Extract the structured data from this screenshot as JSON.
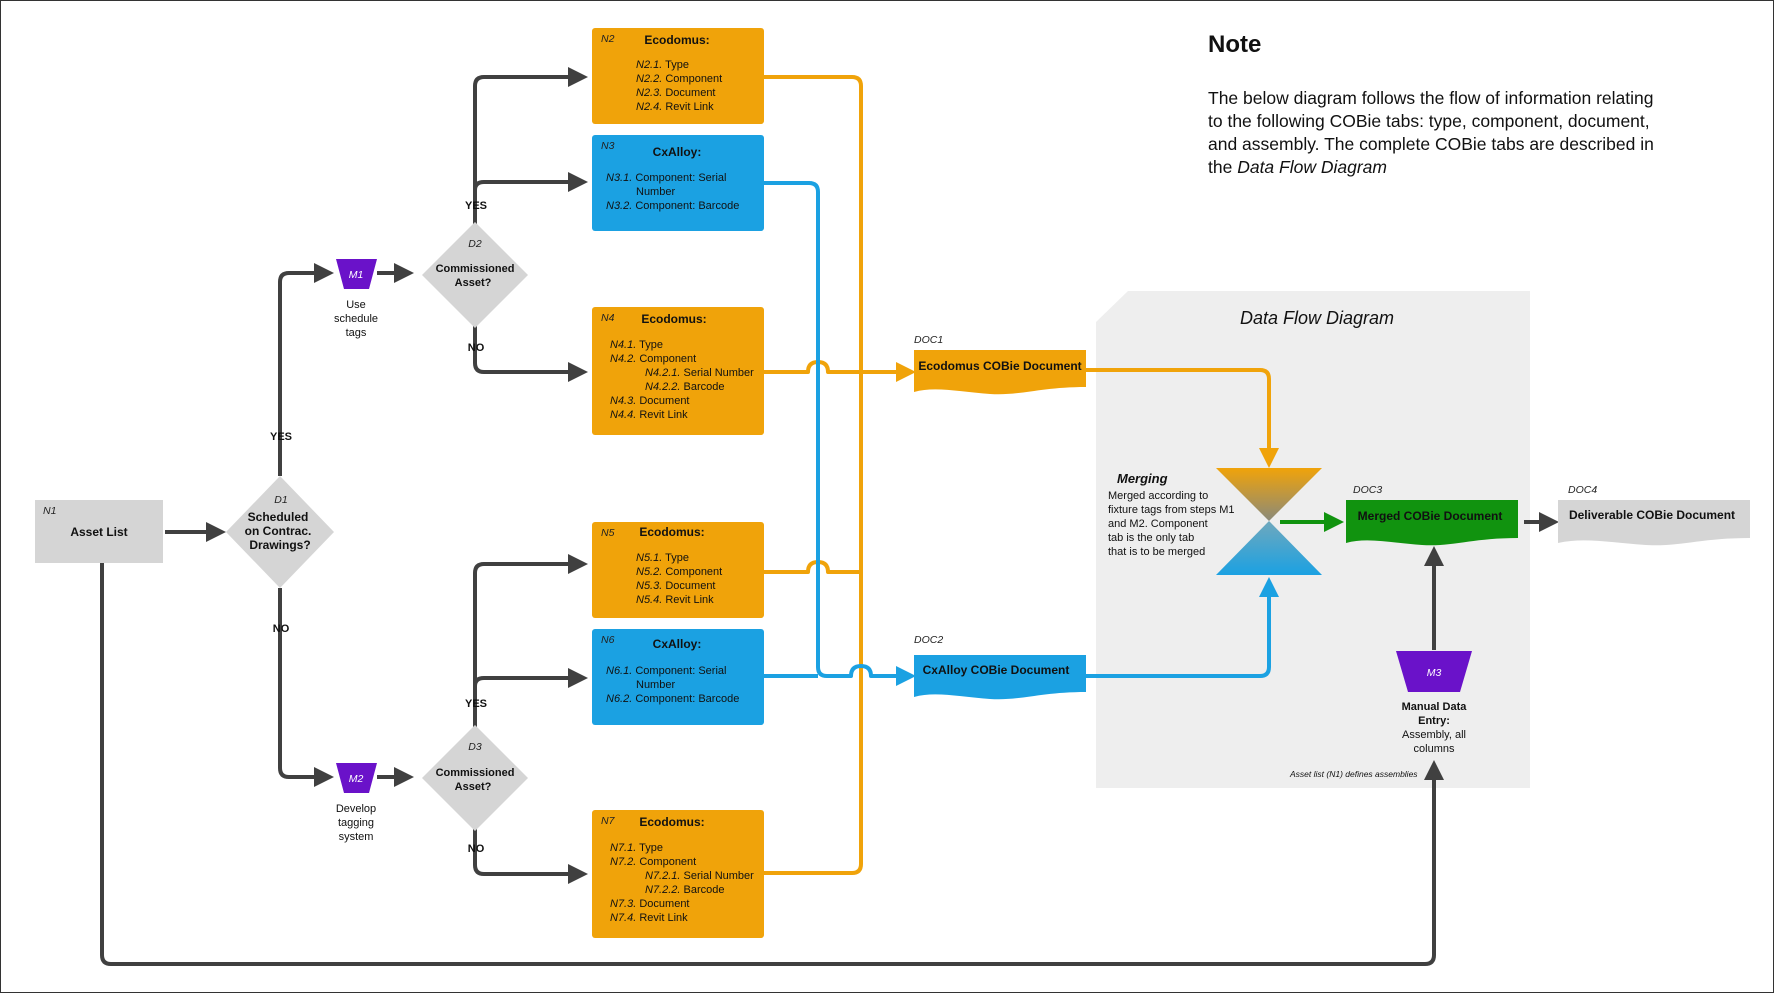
{
  "note": {
    "title": "Note",
    "lines": [
      "The below diagram follows the flow of information relating",
      "to the following COBie tabs: type, component, document,",
      "and assembly. The complete COBie tabs are described in"
    ],
    "last_prefix": "the ",
    "last_italic": "Data Flow Diagram"
  },
  "dfd_title": "Data Flow Diagram",
  "colors": {
    "orange": "#f0a30a",
    "blue": "#1ba1e2",
    "green": "#11930f",
    "purple": "#6a12c9",
    "gray": "#d5d5d5",
    "line": "#404040",
    "panel": "#eeeeee"
  },
  "n1": {
    "tag": "N1",
    "title": "Asset List"
  },
  "d1": {
    "tag": "D1",
    "l1": "Scheduled",
    "l2": "on Contrac.",
    "l3": "Drawings?",
    "yes": "YES",
    "no": "NO"
  },
  "m1": {
    "tag": "M1",
    "l1": "Use",
    "l2": "schedule",
    "l3": "tags"
  },
  "m2": {
    "tag": "M2",
    "l1": "Develop",
    "l2": "tagging",
    "l3": "system"
  },
  "d2": {
    "tag": "D2",
    "l1": "Commissioned",
    "l2": "Asset?",
    "yes": "YES",
    "no": "NO"
  },
  "d3": {
    "tag": "D3",
    "l1": "Commissioned",
    "l2": "Asset?",
    "yes": "YES",
    "no": "NO"
  },
  "n2": {
    "tag": "N2",
    "title": "Ecodomus:",
    "items": [
      {
        "id": "N2.1.",
        "text": " Type"
      },
      {
        "id": "N2.2.",
        "text": " Component"
      },
      {
        "id": "N2.3.",
        "text": " Document"
      },
      {
        "id": "N2.4.",
        "text": " Revit Link"
      }
    ]
  },
  "n3": {
    "tag": "N3",
    "title": "CxAlloy:",
    "i1id": "N3.1.",
    "i1a": " Component: Serial",
    "i1b": "Number",
    "i2id": "N3.2.",
    "i2": " Component: Barcode"
  },
  "n4": {
    "tag": "N4",
    "title": "Ecodomus:",
    "i1id": "N4.1.",
    "i1": " Type",
    "i2id": "N4.2.",
    "i2": " Component",
    "s1id": "N4.2.1.",
    "s1": " Serial Number",
    "s2id": "N4.2.2.",
    "s2": " Barcode",
    "i3id": "N4.3.",
    "i3": " Document",
    "i4id": "N4.4.",
    "i4": " Revit Link"
  },
  "n5": {
    "tag": "N5",
    "title": "Ecodomus:",
    "items": [
      {
        "id": "N5.1.",
        "text": " Type"
      },
      {
        "id": "N5.2.",
        "text": " Component"
      },
      {
        "id": "N5.3.",
        "text": " Document"
      },
      {
        "id": "N5.4.",
        "text": " Revit Link"
      }
    ]
  },
  "n6": {
    "tag": "N6",
    "title": "CxAlloy:",
    "i1id": "N6.1.",
    "i1a": " Component: Serial",
    "i1b": "Number",
    "i2id": "N6.2.",
    "i2": " Component: Barcode"
  },
  "n7": {
    "tag": "N7",
    "title": "Ecodomus:",
    "i1id": "N7.1.",
    "i1": " Type",
    "i2id": "N7.2.",
    "i2": " Component",
    "s1id": "N7.2.1.",
    "s1": " Serial Number",
    "s2id": "N7.2.2.",
    "s2": " Barcode",
    "i3id": "N7.3.",
    "i3": " Document",
    "i4id": "N7.4.",
    "i4": " Revit Link"
  },
  "doc1": {
    "tag": "DOC1",
    "title": "Ecodomus COBie Document"
  },
  "doc2": {
    "tag": "DOC2",
    "title": "CxAlloy COBie Document"
  },
  "doc3": {
    "tag": "DOC3",
    "title": "Merged COBie Document"
  },
  "doc4": {
    "tag": "DOC4",
    "title": "Deliverable COBie Document"
  },
  "merging": {
    "title": "Merging",
    "lines": [
      "Merged according to",
      "fixture tags from steps M1",
      "and M2. Component",
      "tab is the only tab",
      "that is to be merged"
    ]
  },
  "m3": {
    "tag": "M3",
    "l1": "Manual Data",
    "l2": "Entry:",
    "l3": "Assembly, all",
    "l4": "columns"
  },
  "footnote": "Asset list (N1) defines assemblies"
}
